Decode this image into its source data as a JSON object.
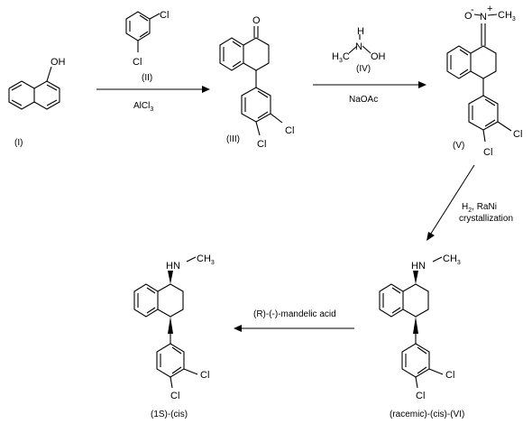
{
  "compounds": [
    {
      "id": "I",
      "label": "(I)",
      "atoms": {
        "oh": "OH"
      }
    },
    {
      "id": "II",
      "label": "(II)",
      "atoms": {
        "cl1": "Cl",
        "cl2": "Cl"
      }
    },
    {
      "id": "III",
      "label": "(III)",
      "atoms": {
        "o": "O",
        "cl1": "Cl",
        "cl2": "Cl"
      }
    },
    {
      "id": "IV",
      "label": "(IV)",
      "atoms": {
        "h3c": "H",
        "h3c_sub": "3",
        "h3c_c": "C",
        "n": "N",
        "h": "H",
        "oh": "OH"
      }
    },
    {
      "id": "V",
      "label": "(V)",
      "atoms": {
        "o": "O",
        "minus": "-",
        "n": "N",
        "plus": "+",
        "ch3": "CH",
        "ch3_sub": "3",
        "cl1": "Cl",
        "cl2": "Cl"
      }
    },
    {
      "id": "VI",
      "label": "(racemic)-(cis)-(VI)",
      "atoms": {
        "hn": "HN",
        "ch3": "CH",
        "ch3_sub": "3",
        "cl1": "Cl",
        "cl2": "Cl"
      }
    },
    {
      "id": "1S",
      "label": "(1S)-(cis)",
      "atoms": {
        "hn": "HN",
        "ch3": "CH",
        "ch3_sub": "3",
        "cl1": "Cl",
        "cl2": "Cl"
      }
    }
  ],
  "reagents": {
    "step1": {
      "line1_a": "AlCl",
      "line1_sub": "3"
    },
    "step2": {
      "line1": "NaOAc"
    },
    "step3": {
      "line1_a": "H",
      "line1_sub": "2",
      "line1_b": ", RaNi",
      "line2": "crystallization"
    },
    "step4": {
      "line1": "(R)-(-)-mandelic acid"
    }
  }
}
